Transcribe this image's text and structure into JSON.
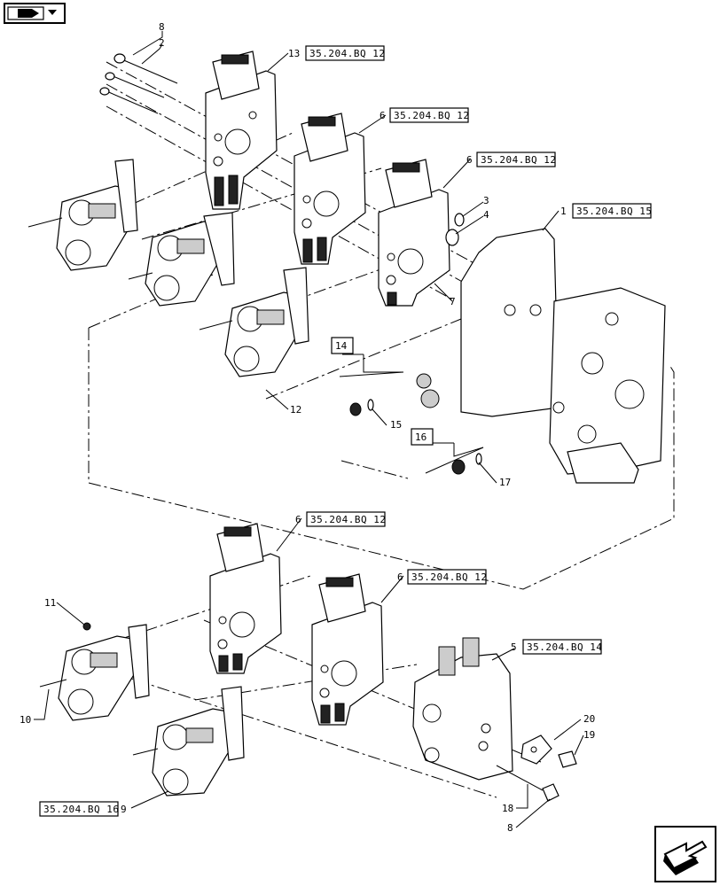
{
  "navigation": {
    "prev_icon": "hand-pointing-icon",
    "next_icon": "arrow-box-next-icon"
  },
  "refs": {
    "r13": "35.204.BQ 12",
    "r6a": "35.204.BQ 12",
    "r6b": "35.204.BQ 12",
    "r1": "35.204.BQ 15",
    "r6c": "35.204.BQ 12",
    "r6d": "35.204.BQ 12",
    "r5": "35.204.BQ 14",
    "r9": "35.204.BQ 16"
  },
  "callouts": {
    "c8_top": "8",
    "c2": "2",
    "c13": "13",
    "c6a": "6",
    "c6b": "6",
    "c3": "3",
    "c4": "4",
    "c1": "1",
    "c7": "7",
    "c14": "14",
    "c15": "15",
    "c16": "16",
    "c17": "17",
    "c12": "12",
    "c6c": "6",
    "c6d": "6",
    "c5": "5",
    "c11": "11",
    "c10": "10",
    "c20": "20",
    "c19": "19",
    "c18": "18",
    "c8_bot": "8",
    "c9": "9"
  }
}
